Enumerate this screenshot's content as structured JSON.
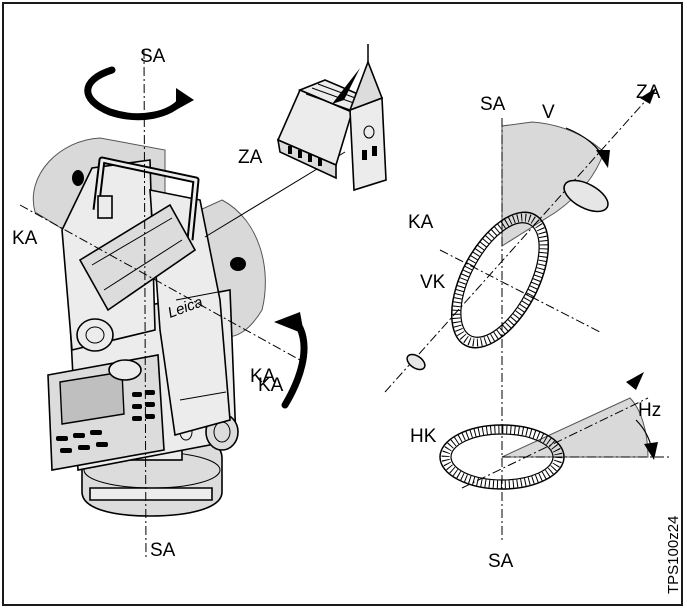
{
  "labels": {
    "sa_top_left": "SA",
    "sa_bottom_left": "SA",
    "ka_left": "KA",
    "ka_center_1": "KA",
    "ka_center_2": "KA",
    "za_church": "ZA",
    "sa_right_top": "SA",
    "v": "V",
    "za_right": "ZA",
    "ka_right": "KA",
    "vk": "VK",
    "hk": "HK",
    "hz": "Hz",
    "sa_right_bottom": "SA",
    "figure_id": "TPS100z24"
  },
  "brand": "Leica",
  "colors": {
    "shading": "#d9d9d9",
    "line": "#000000",
    "background": "#ffffff"
  }
}
